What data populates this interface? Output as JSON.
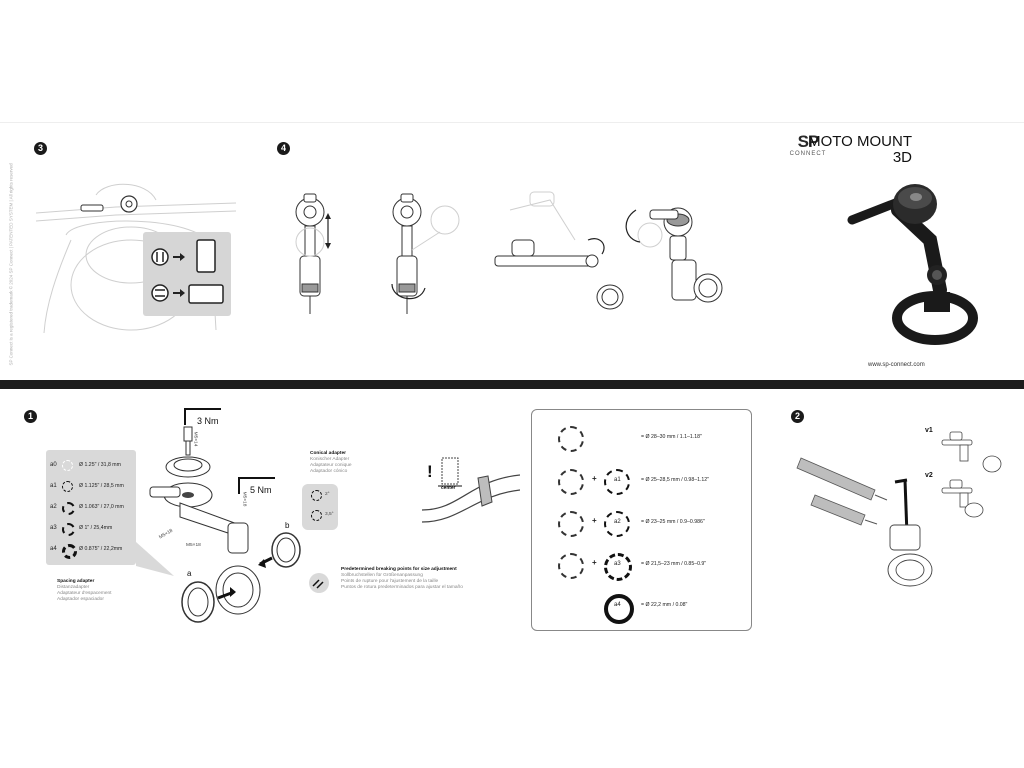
{
  "side_text": "SP Connect is a registered trademark © 2024 SP Connect | PATENTED SYSTEM | All rights reserved",
  "steps": {
    "s3": "3",
    "s4": "4",
    "s1": "1",
    "s2": "2"
  },
  "brand": {
    "sp": "SP",
    "connect": "CONNECT"
  },
  "title": {
    "line1": "MOTO MOUNT",
    "line2": "3D"
  },
  "url": "www.sp-connect.com",
  "torque": {
    "upper": "3 Nm",
    "lower": "5 Nm"
  },
  "screws": {
    "m5x14": "M5×14",
    "m5x18_a": "M5×18",
    "m5x18_b": "M5×18",
    "m5x18_c": "M5×18"
  },
  "conical": {
    "title": "Conical adapter",
    "lines": [
      "Konischer Adapter",
      "Adaptateur conique",
      "Adaptador cónico"
    ],
    "angle1": "2°",
    "angle2": "3,5°"
  },
  "labels": {
    "a": "a",
    "b": "b",
    "center": "center",
    "exclaim": "!"
  },
  "spacing": {
    "title": "Spacing adapter",
    "lines": [
      "Distanzadapter",
      "Adaptateur d'espacement",
      "Adaptador espaciador"
    ]
  },
  "breaking": {
    "title": "Predetermined breaking points for size adjustment",
    "lines": [
      "Sollbruchstellen für Größenanpassung",
      "Points de rupture pour l'ajustement de la taille",
      "Puntos de rotura predeterminados para ajustar el tamaño"
    ]
  },
  "adapters": [
    {
      "code": "a0",
      "value": "Ø 1.25\" / 31,8 mm"
    },
    {
      "code": "a1",
      "value": "Ø 1.125\" / 28,5 mm"
    },
    {
      "code": "a2",
      "value": "Ø 1.063\" / 27,0 mm"
    },
    {
      "code": "a3",
      "value": "Ø 1\" / 25,4mm"
    },
    {
      "code": "a4",
      "value": "Ø 0.875\" / 22,2mm"
    }
  ],
  "sizes": [
    {
      "adapter": "",
      "value": "= Ø 28–30 mm / 1.1–1.18\""
    },
    {
      "adapter": "a1",
      "value": "= Ø 25–28,5 mm / 0.98–1.12\""
    },
    {
      "adapter": "a2",
      "value": "= Ø 23–25 mm / 0.9–0.986\""
    },
    {
      "adapter": "a3",
      "value": "= Ø 21,5–23 mm / 0.85–0.9\""
    },
    {
      "adapter": "a4",
      "value": "= Ø 22,2 mm / 0.08\""
    }
  ],
  "plus": "+",
  "variants": {
    "v1": "v1",
    "v2": "v2"
  }
}
